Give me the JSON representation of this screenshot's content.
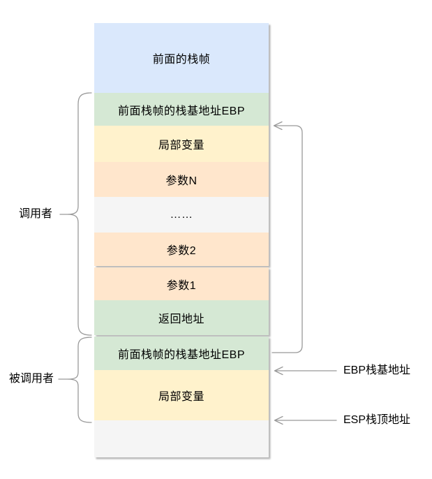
{
  "diagram": {
    "title_hint": "stack frame layout diagram",
    "background_color": "#ffffff",
    "line_color": "#999999",
    "text_color": "#000000",
    "stack_boxes": [
      {
        "label": "前面的栈帧",
        "color": "#dae8fc"
      },
      {
        "label": "前面栈帧的栈基地址EBP",
        "color": "#d5e8d4"
      },
      {
        "label": "局部变量",
        "color": "#fff2cc"
      },
      {
        "label": "参数N",
        "color": "#ffe6cc"
      },
      {
        "label": "……",
        "color": "#f5f5f5"
      },
      {
        "label": "参数2",
        "color": "#ffe6cc"
      },
      {
        "label": "参数1",
        "color": "#ffe6cc"
      },
      {
        "label": "返回地址",
        "color": "#d5e8d4"
      },
      {
        "label": "前面栈帧的栈基地址EBP",
        "color": "#d5e8d4"
      },
      {
        "label": "局部变量",
        "color": "#fff2cc"
      },
      {
        "label": "",
        "color": "#f5f5f5"
      }
    ],
    "left_labels": {
      "caller": "调用者",
      "callee": "被调用者"
    },
    "right_labels": {
      "ebp": "EBP栈基地址",
      "esp": "ESP栈顶地址"
    }
  }
}
